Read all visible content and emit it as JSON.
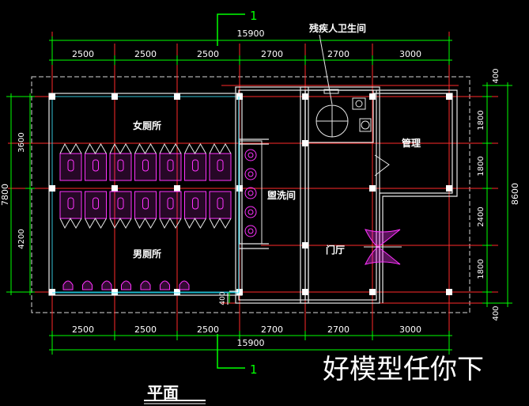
{
  "section_mark": "1",
  "overall_dim": "15900",
  "top_dims": [
    "2500",
    "2500",
    "2500",
    "2700",
    "2700",
    "3000"
  ],
  "bottom_dims": [
    "2500",
    "2500",
    "2500",
    "2700",
    "2700",
    "3000"
  ],
  "right_dims": [
    "400",
    "1800",
    "1800",
    "2400",
    "1800",
    "400"
  ],
  "right_total": "8600",
  "left_dims": [
    "3600",
    "4200"
  ],
  "left_total": "7800",
  "small_dim": "400",
  "rooms": {
    "accessible_wc": "残疾人卫生间",
    "womens": "女厕所",
    "mens": "男厕所",
    "washroom": "盥洗间",
    "management": "管理",
    "lobby": "门厅"
  },
  "title": "平面",
  "watermark": "好模型任你下",
  "colors": {
    "grid": "#ff2a2a",
    "dim": "#00ff00",
    "wall": "#e8e8e8",
    "fixture": "#ff33ff",
    "room_text": "#ffffff",
    "label_text": "#ffffff",
    "cyan": "#00e5ff"
  }
}
